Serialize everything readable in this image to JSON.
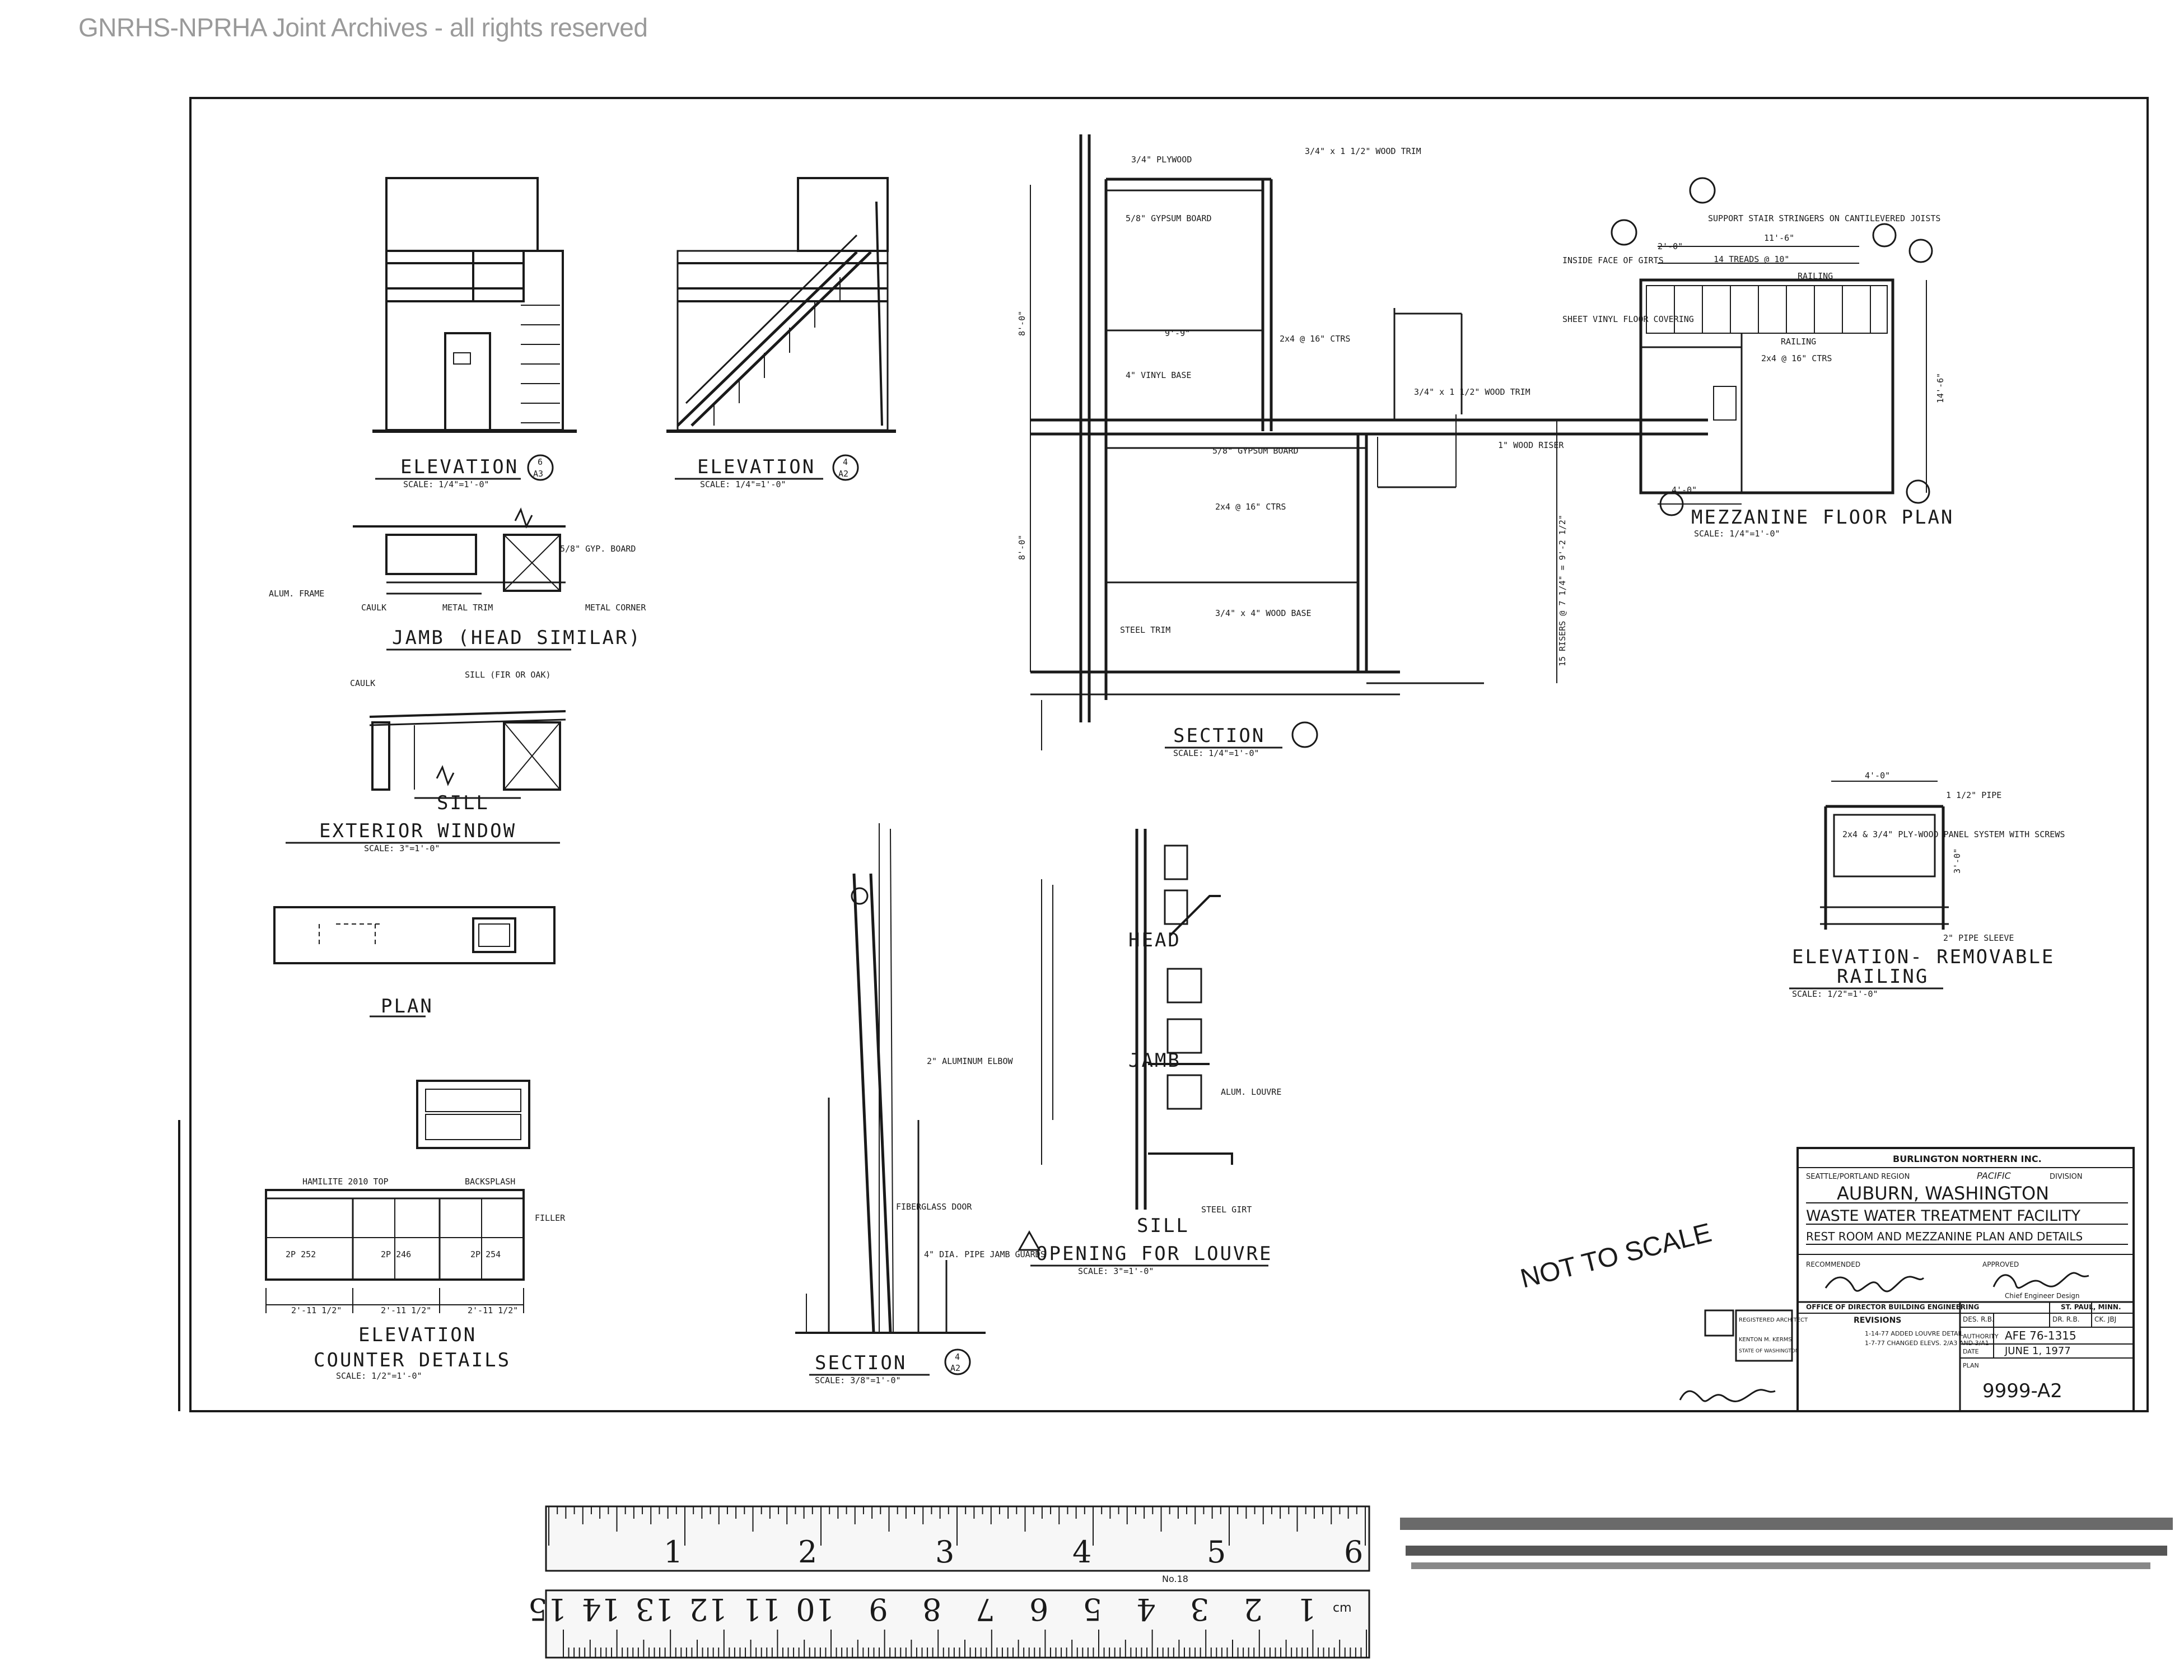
{
  "watermark": "GNRHS-NPRHA Joint Archives - all rights reserved",
  "views": {
    "elevation1": "ELEVATION",
    "elevation1_ref_top": "6",
    "elevation1_ref_bot": "A3",
    "elevation2": "ELEVATION",
    "elevation2_ref_top": "4",
    "elevation2_ref_bot": "A2",
    "elevation_scale": "SCALE: 1/4\"=1'-0\"",
    "jamb": "JAMB (HEAD SIMILAR)",
    "sill": "SILL",
    "exterior_window": "EXTERIOR WINDOW",
    "exterior_window_scale": "SCALE: 3\"=1'-0\"",
    "plan": "PLAN",
    "counter_elevation": "ELEVATION",
    "counter_details": "COUNTER DETAILS",
    "counter_scale": "SCALE: 1/2\"=1'-0\"",
    "section_main": "SECTION",
    "section_main_scale": "SCALE: 1/4\"=1'-0\"",
    "section_small": "SECTION",
    "section_small_scale": "SCALE: 3/8\"=1'-0\"",
    "section_small_ref_top": "4",
    "section_small_ref_bot": "A2",
    "louvre": "OPENING FOR LOUVRE",
    "louvre_scale": "SCALE: 3\"=1'-0\"",
    "louvre_head": "HEAD",
    "louvre_jamb": "JAMB",
    "louvre_sill": "SILL",
    "mezzanine": "MEZZANINE FLOOR PLAN",
    "mezzanine_scale": "SCALE: 1/4\"=1'-0\"",
    "railing": "ELEVATION- REMOVABLE",
    "railing2": "RAILING",
    "railing_scale": "SCALE: 1/2\"=1'-0\"",
    "not_to_scale": "NOT TO SCALE"
  },
  "notes": {
    "alum_frame": "ALUM. FRAME",
    "caulk": "CAULK",
    "metal_trim": "METAL TRIM",
    "metal_corner": "METAL CORNER",
    "gyp_board": "5/8\" GYP. BOARD",
    "sill_fir": "SILL (FIR OR OAK)",
    "plywood": "3/4\" PLYWOOD",
    "wood_trim": "3/4\" x 1 1/2\" WOOD TRIM",
    "gypsum_board": "5/8\" GYPSUM BOARD",
    "vinyl_base": "4\" VINYL BASE",
    "joists": "2x4 @ 16\" CTRS",
    "wood_riser": "1\" WOOD RISER",
    "steel_trim": "STEEL TRIM",
    "wood_base": "3/4\" x 4\" WOOD BASE",
    "support_stair": "SUPPORT STAIR STRINGERS ON CANTILEVERED JOISTS",
    "inside_face": "INSIDE FACE OF GIRTS",
    "treads": "14 TREADS @ 10\"",
    "railing_note": "RAILING",
    "sheet_vinyl": "SHEET VINYL FLOOR COVERING",
    "pipe": "1 1/2\" PIPE",
    "pipe_sleeve": "2\" PIPE SLEEVE",
    "plywood_panel": "2x4 & 3/4\" PLY-WOOD PANEL SYSTEM WITH SCREWS",
    "alum_elbow": "2\" ALUMINUM ELBOW",
    "alum_louvre": "ALUM. LOUVRE",
    "steel_girt": "STEEL GIRT",
    "fiberglass_door": "FIBERGLASS DOOR",
    "pipe_guards": "4\" DIA. PIPE JAMB GUARDS",
    "formica_top": "HAMILITE 2010 TOP",
    "backsplash": "BACKSPLASH",
    "filler": "FILLER",
    "cab1": "2P 252",
    "cab2": "2P 246",
    "cab3": "2P 254",
    "dim1": "2'-11 1/2\"",
    "dim2": "2'-11 1/2\"",
    "dim3": "2'-11 1/2\"",
    "dim_14": "14'-6\"",
    "dim_11": "11'-6\"",
    "dim_20": "2'-0\"",
    "dim_40": "4'-0\"",
    "dim_30": "3'-0\"",
    "dim_8": "8'-0\"",
    "dim_9": "9'-9\"",
    "risers": "15 RISERS @ 7 1/4\" = 9'-2 1/2\""
  },
  "title_block": {
    "company": "BURLINGTON NORTHERN INC.",
    "region_label": "SEATTLE/PORTLAND REGION",
    "division": "PACIFIC",
    "division_label": "DIVISION",
    "location": "AUBURN, WASHINGTON",
    "project": "WASTE WATER TREATMENT FACILITY",
    "subject": "REST ROOM AND MEZZANINE PLAN AND DETAILS",
    "recommended": "RECOMMENDED",
    "approved": "APPROVED",
    "chief": "Chief Engineer Design",
    "office": "OFFICE OF DIRECTOR BUILDING ENGINEERING",
    "city": "ST. PAUL, MINN.",
    "revisions": "REVISIONS",
    "rev1": "1-14-77 ADDED LOUVRE DETAIL",
    "rev2": "1-7-77 CHANGED ELEVS. 2/A3 AND 3/A1",
    "drawn": "DES. R.B.",
    "checked": "DR. R.B.",
    "ck": "CK. JBJ",
    "authority_label": "AUTHORITY",
    "authority": "AFE 76-1315",
    "date_label": "DATE",
    "date": "JUNE 1, 1977",
    "plan_label": "PLAN",
    "drawing_no": "9999-A2",
    "stamp1": "REGISTERED ARCHITECT",
    "stamp2": "KENTON M. KERMS",
    "stamp3": "STATE OF WASHINGTON"
  },
  "ruler": {
    "inch_numbers": [
      "1",
      "2",
      "3",
      "4",
      "5",
      "6"
    ],
    "cm_numbers": [
      "1",
      "2",
      "3",
      "4",
      "5",
      "6",
      "7",
      "8",
      "9",
      "10",
      "11",
      "12",
      "13",
      "14",
      "15"
    ],
    "brand": "No.18",
    "cm_label": "cm"
  }
}
